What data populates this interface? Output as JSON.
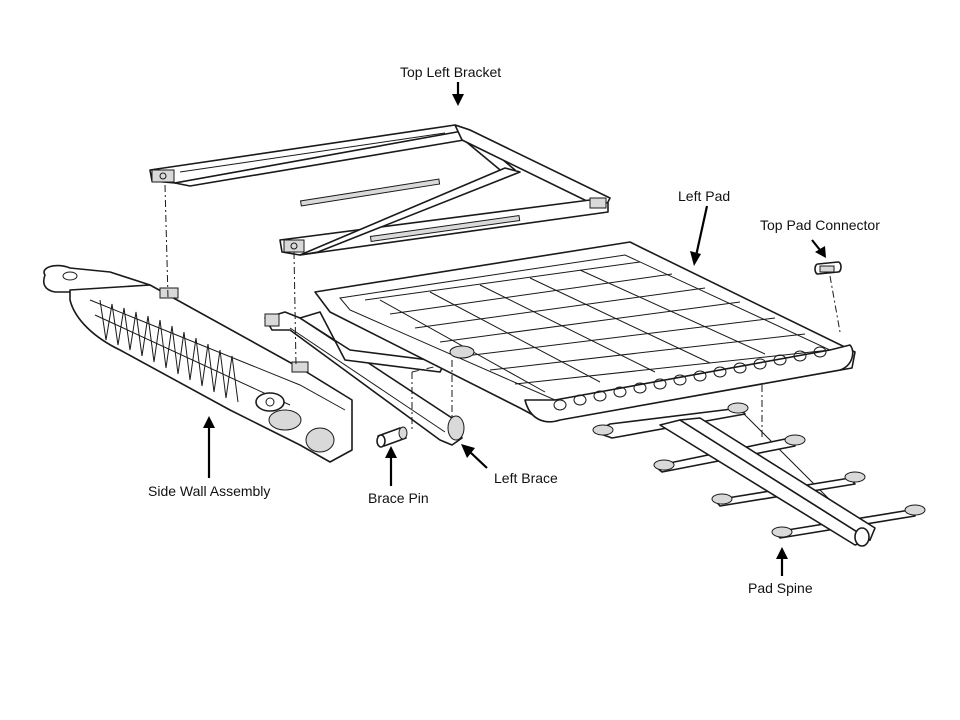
{
  "labels": {
    "top_left_bracket": "Top Left Bracket",
    "left_pad": "Left Pad",
    "top_pad_connector": "Top Pad Connector",
    "side_wall_assembly": "Side Wall Assembly",
    "brace_pin": "Brace Pin",
    "left_brace": "Left Brace",
    "pad_spine": "Pad Spine"
  },
  "colors": {
    "line": "#1a1a1a",
    "fill": "#ffffff",
    "shade": "#d9d9d9"
  }
}
